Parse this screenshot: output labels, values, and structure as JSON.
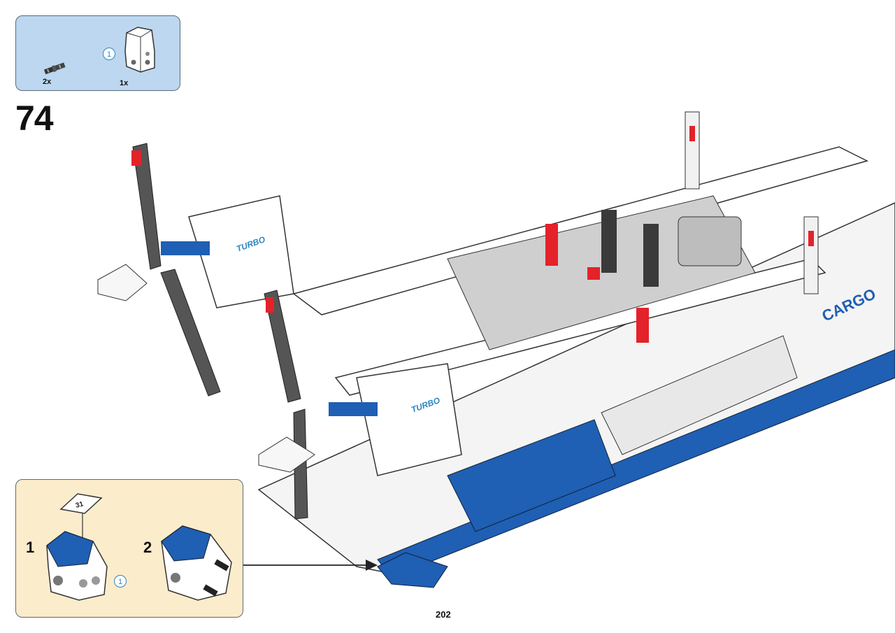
{
  "step": {
    "number": "74"
  },
  "parts_list": {
    "items": [
      {
        "name": "axle-pin-icon",
        "quantity": "2x"
      },
      {
        "name": "panel-part-icon",
        "quantity": "1x",
        "callout": "1"
      }
    ]
  },
  "sub_assembly": {
    "steps": [
      {
        "number": "1",
        "callout": "1"
      },
      {
        "number": "2"
      }
    ],
    "decal_label": "31"
  },
  "model": {
    "decal_text": "CARGO",
    "decal_turbo": "TURBO"
  },
  "page": {
    "number": "202"
  },
  "colors": {
    "parts_box": "#bcd7ef",
    "sub_box": "#fbeccb",
    "accent_blue": "#1f5fb4",
    "accent_red": "#e3222a"
  }
}
